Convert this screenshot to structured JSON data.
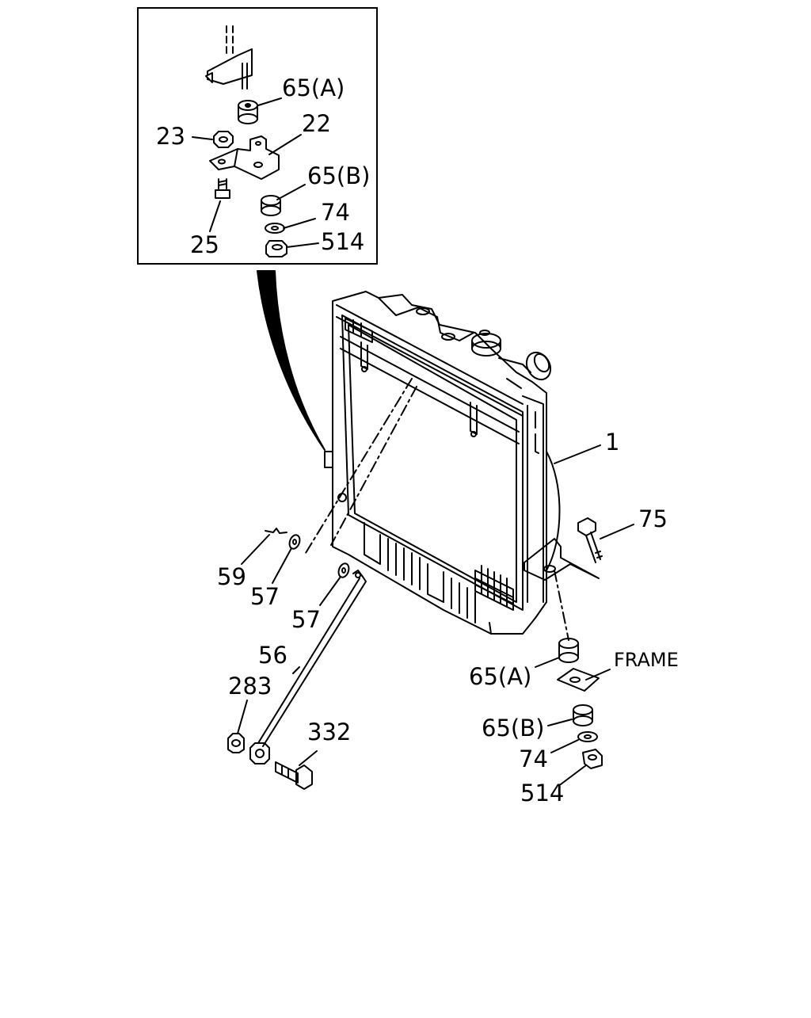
{
  "diagram": {
    "callouts": {
      "inset_65a": "65(A)",
      "inset_23": "23",
      "inset_22": "22",
      "inset_65b": "65(B)",
      "inset_74": "74",
      "inset_25": "25",
      "inset_514": "514",
      "label_1": "1",
      "label_75": "75",
      "label_59": "59",
      "label_57a": "57",
      "label_57b": "57",
      "label_56": "56",
      "label_283": "283",
      "label_332": "332",
      "label_65a": "65(A)",
      "label_frame": "FRAME",
      "label_65b": "65(B)",
      "label_74": "74",
      "label_514": "514"
    },
    "colors": {
      "line": "#000000",
      "background": "#ffffff"
    }
  }
}
